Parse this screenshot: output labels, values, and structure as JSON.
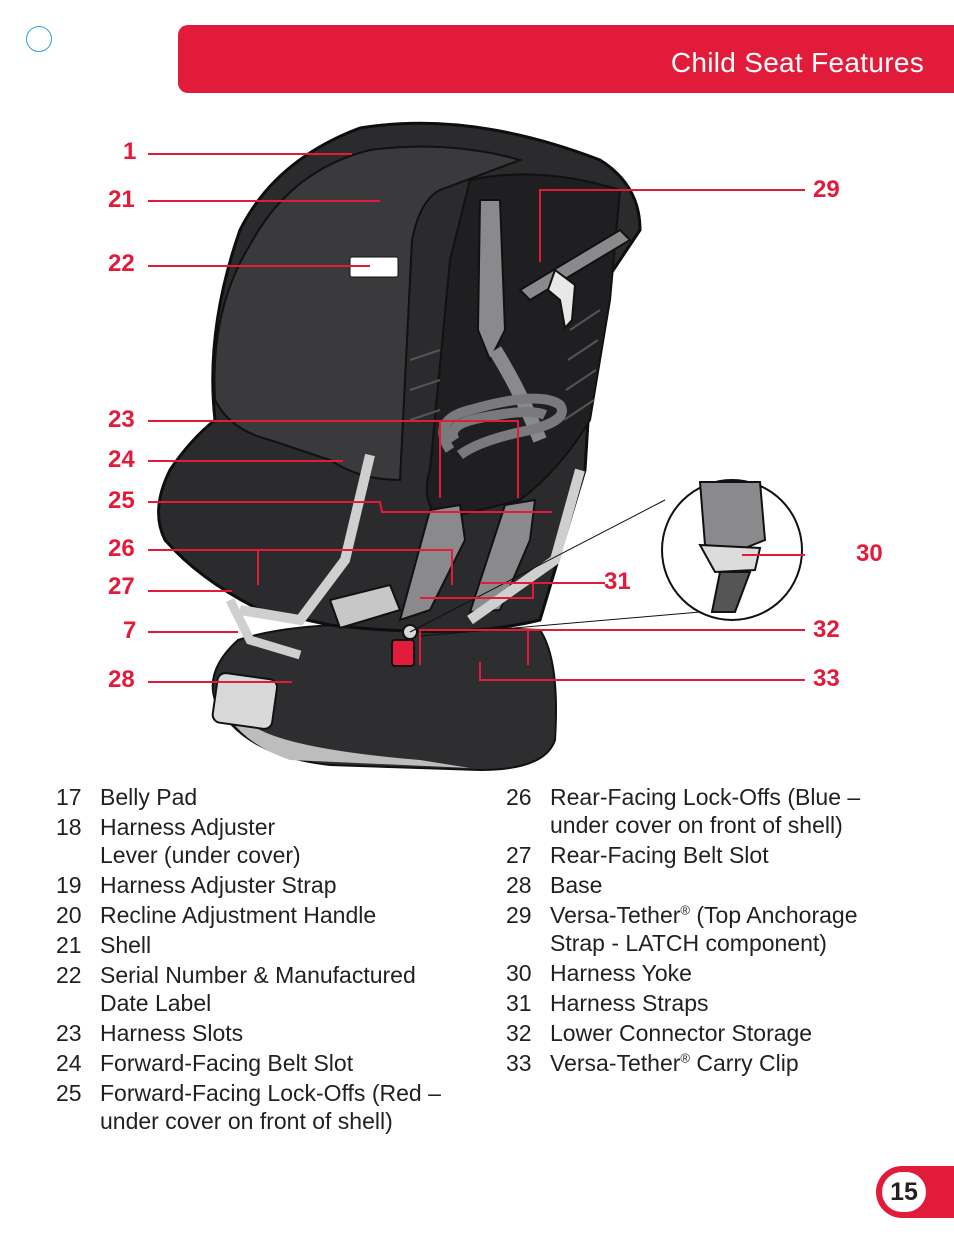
{
  "header": {
    "title": "Child Seat Features"
  },
  "page_number": "15",
  "colors": {
    "accent": "#e31b3a",
    "registration": "#29a8d8"
  },
  "callouts": [
    {
      "label": "1"
    },
    {
      "label": "21"
    },
    {
      "label": "22"
    },
    {
      "label": "23"
    },
    {
      "label": "24"
    },
    {
      "label": "25"
    },
    {
      "label": "26"
    },
    {
      "label": "27"
    },
    {
      "label": "7"
    },
    {
      "label": "28"
    },
    {
      "label": "29"
    },
    {
      "label": "30"
    },
    {
      "label": "31"
    },
    {
      "label": "32"
    },
    {
      "label": "33"
    }
  ],
  "features_left": [
    {
      "num": "17",
      "text": "Belly Pad"
    },
    {
      "num": "18",
      "text": "Harness Adjuster Lever (under cover)"
    },
    {
      "num": "19",
      "text": "Harness Adjuster Strap"
    },
    {
      "num": "20",
      "text": "Recline Adjustment Handle"
    },
    {
      "num": "21",
      "text": "Shell"
    },
    {
      "num": "22",
      "text": "Serial Number & Manufactured Date Label"
    },
    {
      "num": "23",
      "text": "Harness Slots"
    },
    {
      "num": "24",
      "text": "Forward-Facing Belt Slot"
    },
    {
      "num": "25",
      "text": "Forward-Facing Lock-Offs (Red – under cover on front of shell)"
    }
  ],
  "features_right": [
    {
      "num": "26",
      "text": "Rear-Facing Lock-Offs (Blue – under cover on front of shell)"
    },
    {
      "num": "27",
      "text": "Rear-Facing Belt Slot"
    },
    {
      "num": "28",
      "text": "Base"
    },
    {
      "num": "29",
      "text": "Versa-Tether",
      "sup": "®",
      "text_after": " (Top Anchorage Strap - LATCH component)"
    },
    {
      "num": "30",
      "text": "Harness Yoke"
    },
    {
      "num": "31",
      "text": "Harness Straps"
    },
    {
      "num": "32",
      "text": "Lower Connector Storage"
    },
    {
      "num": "33",
      "text": "Versa-Tether",
      "sup": "®",
      "text_after": " Carry Clip"
    }
  ]
}
